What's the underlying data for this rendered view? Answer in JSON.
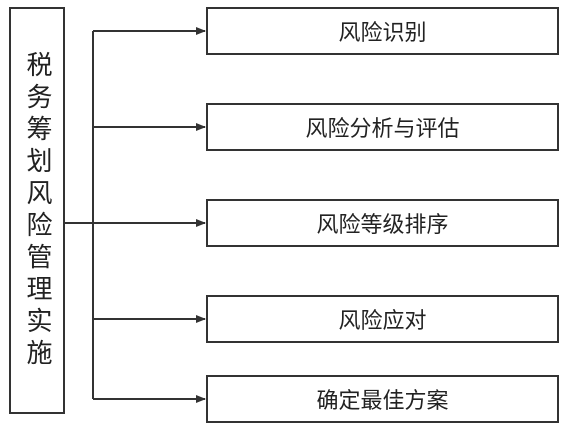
{
  "main_label": "税务筹划风险管理实施",
  "steps": [
    {
      "label": "风险识别"
    },
    {
      "label": "风险分析与评估"
    },
    {
      "label": "风险等级排序"
    },
    {
      "label": "风险应对"
    },
    {
      "label": "确定最佳方案"
    }
  ],
  "colors": {
    "stroke": "#333333",
    "text": "#222222",
    "background": "#ffffff"
  }
}
